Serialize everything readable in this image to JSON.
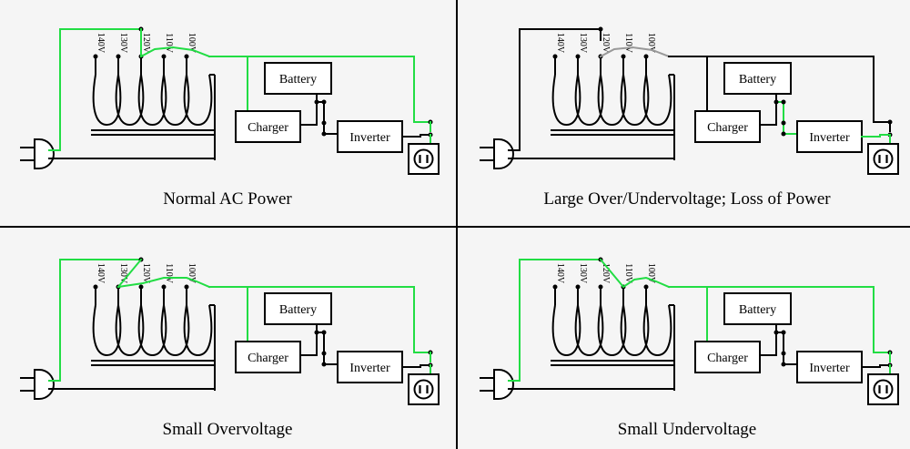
{
  "colors": {
    "live": "#22dd44",
    "dead": "#000000",
    "transition": "#999999",
    "background": "#f5f5f5"
  },
  "labels": {
    "battery": "Battery",
    "charger": "Charger",
    "inverter": "Inverter"
  },
  "taps": [
    "140V",
    "130V",
    "120V",
    "110V",
    "100V"
  ],
  "panels": [
    {
      "id": "normal",
      "caption": "Normal AC Power",
      "switch_tap": 2,
      "input_live": true,
      "inverter_live": false,
      "feed_live": true
    },
    {
      "id": "loss",
      "caption": "Large Over/Undervoltage; Loss of Power",
      "switch_tap": null,
      "input_live": false,
      "inverter_live": true,
      "feed_live": false
    },
    {
      "id": "over",
      "caption": "Small Overvoltage",
      "switch_tap": 1,
      "input_live": true,
      "inverter_live": false,
      "feed_live": true
    },
    {
      "id": "under",
      "caption": "Small Undervoltage",
      "switch_tap": 3,
      "input_live": true,
      "inverter_live": false,
      "feed_live": true
    }
  ]
}
